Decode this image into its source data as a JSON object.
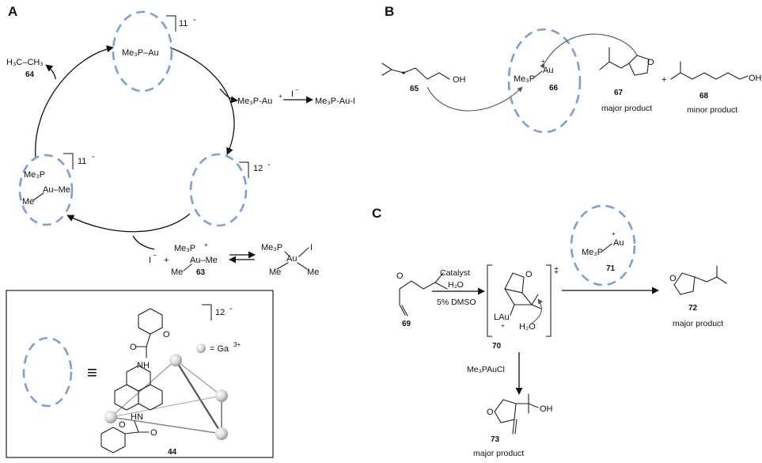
{
  "panels": {
    "a": "A",
    "b": "B",
    "c": "C"
  },
  "panel_a": {
    "cage_top": {
      "formula": "Me₃P–Au",
      "charge": "11",
      "charge_sign": "-"
    },
    "cage_left": {
      "line1": "Me₃P",
      "line2": "Au–Me",
      "line3": "Me",
      "charge": "11",
      "charge_sign": "-"
    },
    "cage_right": {
      "charge": "12",
      "charge_sign": "-"
    },
    "ethane": {
      "formula": "H₃C–CH₃",
      "number": "64"
    },
    "side_reaction": {
      "reactant": "Me₃P-Au",
      "reactant_charge": "+",
      "reagent": "I",
      "reagent_charge": "−",
      "product": "Me₃P-Au-I"
    },
    "equilibrium": {
      "iodide": "I",
      "iodide_charge": "−",
      "plus": "+",
      "left_l1": "Me₃P",
      "left_l2": "Au–Me",
      "left_l3": "Me",
      "left_charge": "+",
      "left_number": "63",
      "right_l1": "Me₃P",
      "right_l2": "Au",
      "right_l3": "Me",
      "right_l4": "Me",
      "right_l5": "I"
    },
    "legend": {
      "equiv": "≡",
      "ion": "= Ga",
      "ion_sup": "3+",
      "charge": "12",
      "charge_sign": "-",
      "number": "44",
      "nh1": "NH",
      "nh2": "HN",
      "o1": "O",
      "o2": "O",
      "o3": "O",
      "o4": "O"
    }
  },
  "panel_b": {
    "reactant_number": "65",
    "reactant_oh": "OH",
    "catalyst": {
      "l1": "Me₃P",
      "l2": "Au",
      "charge": "+",
      "number": "66"
    },
    "product_major": {
      "number": "67",
      "caption": "major product",
      "o": "O"
    },
    "plus": "+",
    "product_minor": {
      "number": "68",
      "caption": "minor product",
      "oh": "OH"
    }
  },
  "panel_c": {
    "reactant_number": "69",
    "reactant_o": "O",
    "conditions": {
      "catalyst": "Catalyst",
      "water": "H₂O",
      "solvent": "5% DMSO"
    },
    "intermediate": {
      "number": "70",
      "lau": "LAu",
      "charge": "+",
      "water": "H₂O",
      "o": "O",
      "dagger": "‡"
    },
    "catalyst_cage": {
      "l1": "Me₃P",
      "l2": "Au",
      "charge": "+",
      "number": "71"
    },
    "product_right": {
      "number": "72",
      "caption": "major product",
      "o": "O"
    },
    "reagent_down": "Me₃PAuCl",
    "product_down": {
      "number": "73",
      "caption": "major product",
      "oh": "OH",
      "o": "O"
    }
  }
}
